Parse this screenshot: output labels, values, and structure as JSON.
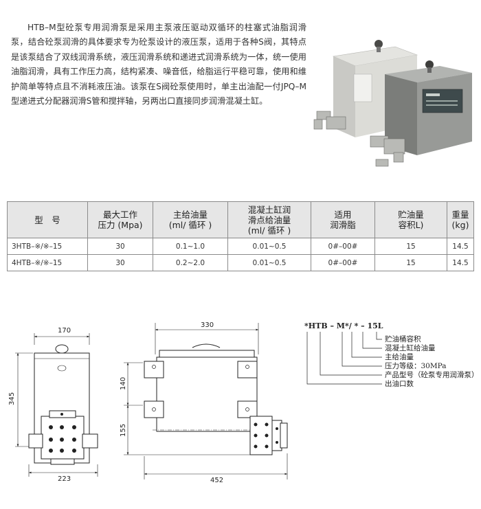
{
  "intro": {
    "text": "HTB–M型砼泵专用润滑泵是采用主泵液压驱动双循环的柱塞式油脂润滑泵，结合砼泵润滑的具体要求专为砼泵设计的液压泵，适用于各种S阀，其特点是该泵结合了双线润滑系统，液压润滑系统和递进式润滑系统为一体，统一使用油脂润滑，具有工作压力高，结构紧凑、噪音低，给脂运行平稳可靠，使用和维护简单等特点且不消耗液压油。该泵在S阀砼泵使用时，单主出油配一付JPQ–M型递进式分配器润滑S管和搅拌轴，另两出口直接同步润滑混凝土缸。"
  },
  "table": {
    "headers": [
      [
        "型　号"
      ],
      [
        "最大工作",
        "压力 (Mpa)"
      ],
      [
        "主给油量",
        "(ml/ 循环 )"
      ],
      [
        "混凝土缸润",
        "滑点给油量",
        "(ml/ 循环 )"
      ],
      [
        "适用",
        "润滑脂"
      ],
      [
        "贮油量",
        "容积L)"
      ],
      [
        "重量",
        "(kg)"
      ]
    ],
    "rows": [
      [
        "3HTB–※/※–15",
        "30",
        "0.1~1.0",
        "0.01~0.5",
        "0#–00#",
        "15",
        "14.5"
      ],
      [
        "4HTB–※/※–15",
        "30",
        "0.2~2.0",
        "0.01~0.5",
        "0#–00#",
        "15",
        "14.5"
      ]
    ]
  },
  "drawing1": {
    "dim_width": "170",
    "dim_height": "345",
    "dim_base": "223"
  },
  "drawing2": {
    "dim_top": "330",
    "dim_upper": "140",
    "dim_lower": "155",
    "dim_base": "452"
  },
  "model_code": {
    "code": "*HTB – M*/ * – 15L",
    "items": [
      "贮油桶容积",
      "混凝土缸给油量",
      "主给油量",
      "压力等级：30MPa",
      "产品型号（砼泵专用润滑泵）",
      "出油口数"
    ]
  },
  "colors": {
    "header_bg": "#e6e6e6",
    "border": "#8a8a8a",
    "pump_grey": "#8f918e",
    "pump_silver": "#d8d8d4"
  }
}
